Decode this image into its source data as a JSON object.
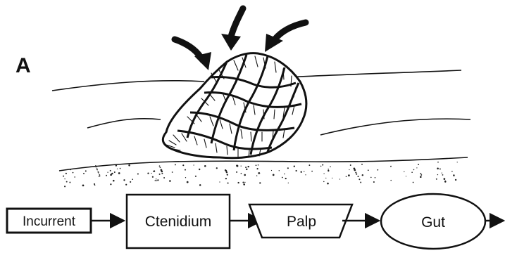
{
  "figure": {
    "panel_label": "A"
  },
  "flow": {
    "nodes": [
      {
        "id": "incurrent",
        "label": "Incurrent",
        "shape": "small-rectangle"
      },
      {
        "id": "ctenidium",
        "label": "Ctenidium",
        "shape": "rectangle"
      },
      {
        "id": "palp",
        "label": "Palp",
        "shape": "trapezoid"
      },
      {
        "id": "gut",
        "label": "Gut",
        "shape": "ellipse"
      }
    ],
    "edges": [
      {
        "from": "incurrent",
        "to": "ctenidium"
      },
      {
        "from": "ctenidium",
        "to": "palp"
      },
      {
        "from": "palp",
        "to": "gut"
      },
      {
        "from": "gut",
        "to": "off-page"
      }
    ]
  },
  "illustration": {
    "subject": "oyster-cluster",
    "incoming_arrows": 3,
    "colors": {
      "ink": "#111111",
      "paper": "#ffffff"
    }
  }
}
